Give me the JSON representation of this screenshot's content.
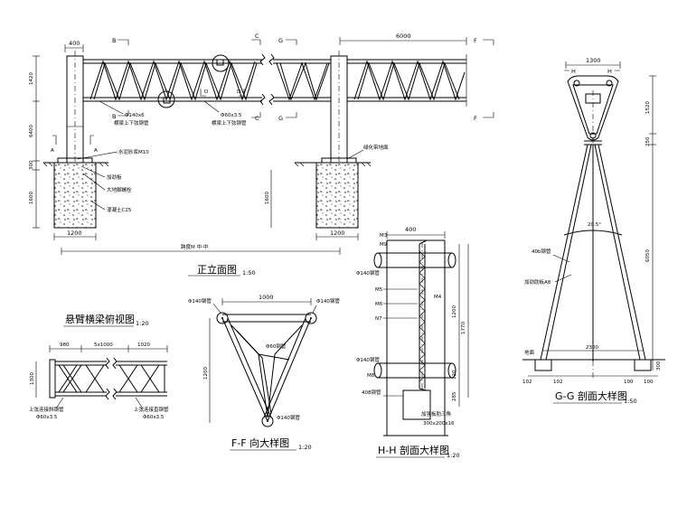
{
  "elevation": {
    "title": "正立面图",
    "scale": "1:50",
    "dims": {
      "top_400": "400",
      "top_6000": "6000",
      "h_1420": "1420",
      "h_6400": "6400",
      "h_300": "300",
      "h_1600a": "1600",
      "h_1600b": "1600",
      "w_1200a": "1200",
      "w_1200b": "1200",
      "span": "跨度M 中-中"
    },
    "section_marks": [
      "B",
      "B",
      "C",
      "G",
      "C",
      "G",
      "F",
      "F",
      "A",
      "A",
      "D",
      "D"
    ],
    "labels": {
      "pipe_140": "Φ140x6",
      "chord_lower": "横梁上下弦钢管",
      "pipe_60": "Φ60x3.5",
      "chord_upper": "横梁上下弦钢管",
      "mortar": "水泥砂浆M10",
      "stiffener": "加劲板",
      "bolt": "大地脚螺栓",
      "concrete": "混凝土C25",
      "ground": "绿化带地面"
    }
  },
  "cantilever": {
    "title": "悬臂横梁俯视图",
    "scale": "1:20",
    "dims": {
      "a": "980",
      "b": "5x1000",
      "c": "1020",
      "h": "1300"
    },
    "labels": {
      "left1": "上弦连接斜钢管",
      "left2": "Φ60x3.5",
      "right1": "上弦连接直钢管",
      "right2": "Φ60x3.5"
    }
  },
  "ff": {
    "title": "F-F 向大样图",
    "scale": "1:20",
    "dims": {
      "w": "1000",
      "h": "1200"
    },
    "labels": {
      "tl": "Φ140钢管",
      "tr": "Φ140钢管",
      "mid": "Φ60钢管",
      "bot": "Φ140钢管"
    }
  },
  "hh": {
    "title": "H-H 剖面大样图",
    "scale": "1:20",
    "dims": {
      "w400": "400",
      "d1200": "1200",
      "d1770": "1770",
      "d285": "285",
      "d120": "120"
    },
    "marks": [
      "M3",
      "M9",
      "M5",
      "M6",
      "N7",
      "M8",
      "M4"
    ],
    "labels": {
      "top_pipe": "Φ140钢管",
      "bot_pipe": "Φ140钢管",
      "col_pipe": "408钢管",
      "plate": "加强板肋三角",
      "plate_size": "300x200x16"
    }
  },
  "gg": {
    "title": "G-G 剖面大样图",
    "scale": "1:50",
    "dims": {
      "top": "1300",
      "h1": "1520",
      "h2": "250",
      "h3": "6050",
      "h4": "300",
      "base": "2300",
      "b1": "102",
      "b2": "102",
      "b3": "100",
      "b4": "100",
      "angle": "20.5°"
    },
    "labels": {
      "pipe": "40b钢管",
      "stiff": "加劲肋板A8",
      "ground": "地面"
    },
    "marks": [
      "H",
      "H"
    ]
  }
}
